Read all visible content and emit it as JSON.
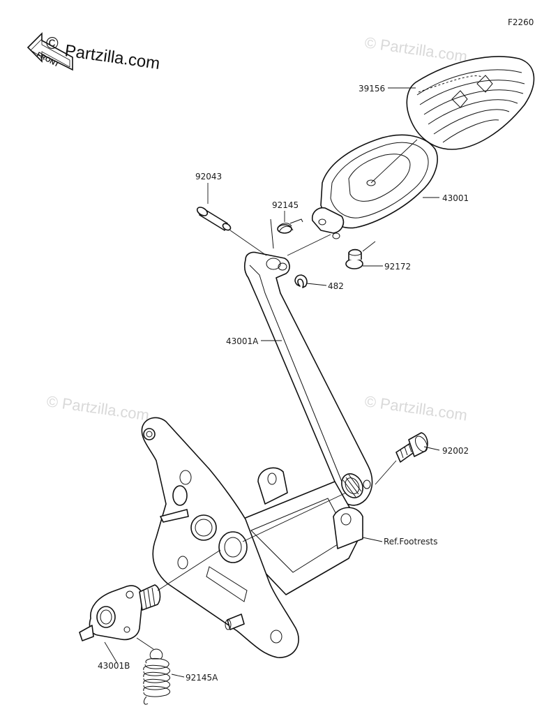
{
  "figure_code": "F2260",
  "brand": {
    "copyright_symbol": "©",
    "name": "Partzilla.com",
    "front_label": "FRONT"
  },
  "watermarks": [
    "© Partzilla.com",
    "© Partzilla.com",
    "© Partzilla.com"
  ],
  "callouts": {
    "pedal_pad": "39156",
    "pedal_cover": "43001",
    "pin": "92043",
    "spring_small": "92145",
    "screw": "92172",
    "clip": "482",
    "pedal_arm": "43001A",
    "bolt": "92002",
    "ref_footrests": "Ref.Footrests",
    "lever": "43001B",
    "spring_large": "92145A"
  }
}
